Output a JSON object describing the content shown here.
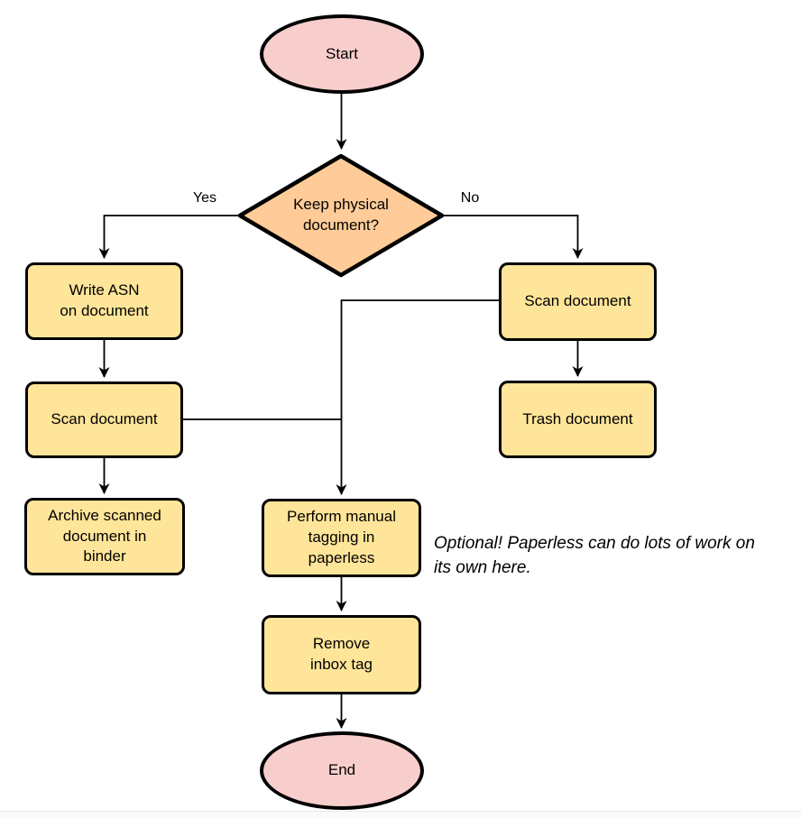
{
  "colors": {
    "terminal_fill": "#F8CECC",
    "decision_fill": "#FFCC99",
    "process_fill": "#FFE599",
    "stroke": "#000000",
    "text": "#000000",
    "background": "#FFFFFF",
    "bottom_strip": "#FAFAFA",
    "bottom_line": "#E8E8E8"
  },
  "nodes": {
    "start": {
      "type": "terminal",
      "label": "Start"
    },
    "decision": {
      "type": "decision",
      "label": "Keep physical\ndocument?"
    },
    "write_asn": {
      "type": "process",
      "label": "Write ASN\non document"
    },
    "scan_left": {
      "type": "process",
      "label": "Scan document"
    },
    "archive": {
      "type": "process",
      "label": "Archive scanned\ndocument in\nbinder"
    },
    "scan_right": {
      "type": "process",
      "label": "Scan document"
    },
    "trash": {
      "type": "process",
      "label": "Trash document"
    },
    "tagging": {
      "type": "process",
      "label": "Perform manual\ntagging in\npaperless"
    },
    "remove_inbox": {
      "type": "process",
      "label": "Remove\ninbox tag"
    },
    "end": {
      "type": "terminal",
      "label": "End"
    }
  },
  "edge_labels": {
    "yes": "Yes",
    "no": "No"
  },
  "edges": [
    {
      "from": "start",
      "to": "decision"
    },
    {
      "from": "decision",
      "to": "write_asn",
      "label": "Yes"
    },
    {
      "from": "decision",
      "to": "scan_right",
      "label": "No"
    },
    {
      "from": "write_asn",
      "to": "scan_left"
    },
    {
      "from": "scan_left",
      "to": "archive"
    },
    {
      "from": "scan_right",
      "to": "trash"
    },
    {
      "from": "scan_right",
      "to": "tagging"
    },
    {
      "from": "scan_left",
      "to": "tagging"
    },
    {
      "from": "tagging",
      "to": "remove_inbox"
    },
    {
      "from": "remove_inbox",
      "to": "end"
    }
  ],
  "annotation": "Optional! Paperless can do lots of work on\nits own here."
}
